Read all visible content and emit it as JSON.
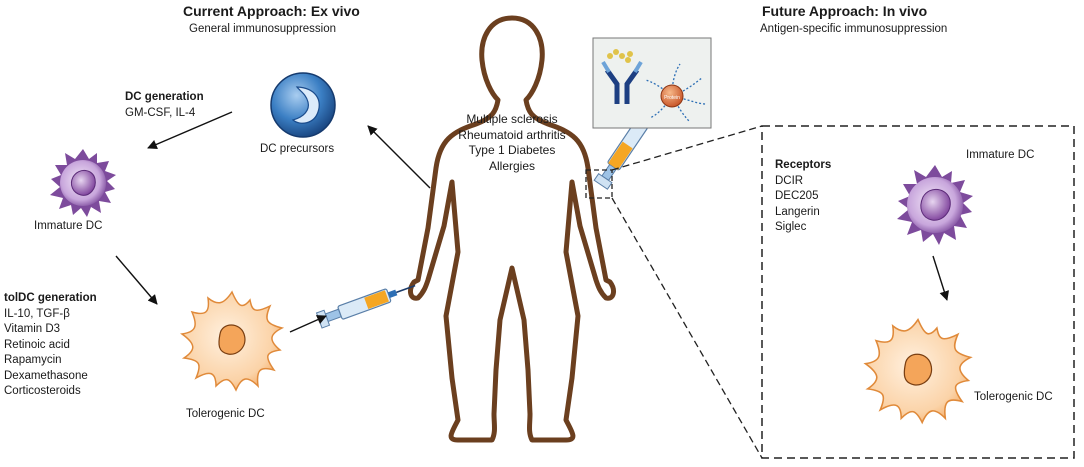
{
  "current": {
    "title": "Current Approach: Ex vivo",
    "subtitle": "General immunosuppression"
  },
  "future": {
    "title": "Future Approach: In vivo",
    "subtitle": "Antigen-specific immunosuppression"
  },
  "dc_generation": {
    "title": "DC generation",
    "factors": "GM-CSF, IL-4"
  },
  "dc_precursors": "DC precursors",
  "immature_dc_left": "Immature DC",
  "toldc_generation": {
    "title": "tolDC generation",
    "items": [
      "IL-10, TGF-β",
      "Vitamin D3",
      "Retinoic acid",
      "Rapamycin",
      "Dexamethasone",
      "Corticosteroids"
    ]
  },
  "tolerogenic_dc_left": "Tolerogenic DC",
  "diseases": [
    "Multiple sclerosis",
    "Rheumatoid arthritis",
    "Type 1 Diabetes",
    "Allergies"
  ],
  "inset_protein_label": "Protein",
  "receptors": {
    "title": "Receptors",
    "items": [
      "DCIR",
      "DEC205",
      "Langerin",
      "Siglec"
    ]
  },
  "immature_dc_right": "Immature DC",
  "tolerogenic_dc_right": "Tolerogenic DC",
  "colors": {
    "body_outline": "#6b3f1f",
    "precursor_blue": "#2d6fb5",
    "immature_purple": "#8a5aa8",
    "tolerogenic_orange": "#f4a55a",
    "syringe_orange": "#f5a623"
  }
}
